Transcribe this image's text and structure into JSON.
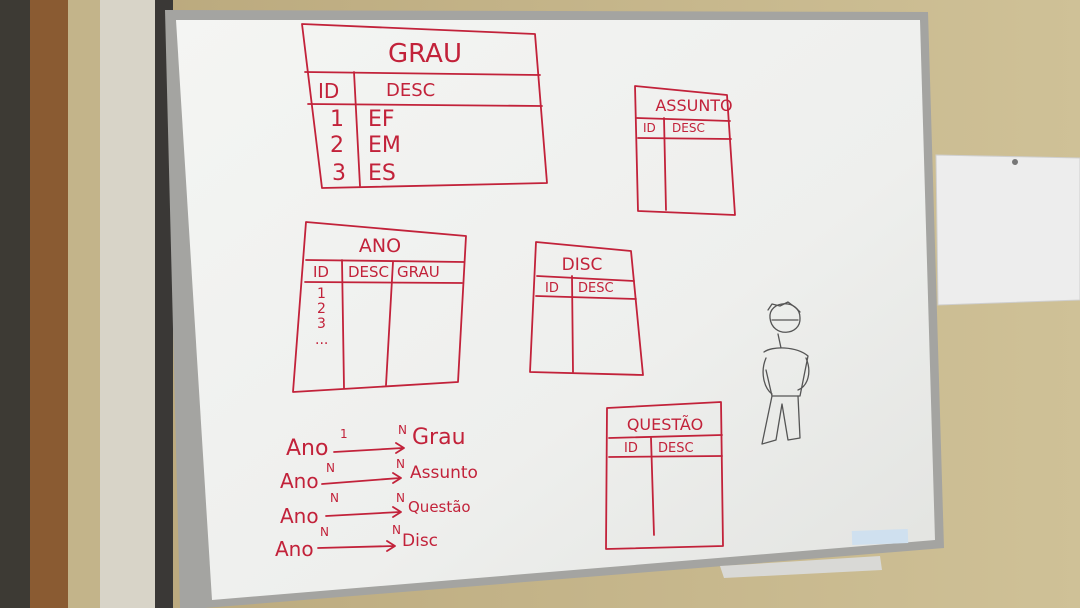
{
  "tables": {
    "grau": {
      "title": "GRAU",
      "col_id": "ID",
      "col_desc": "DESC",
      "rows": [
        {
          "id": "1",
          "desc": "EF"
        },
        {
          "id": "2",
          "desc": "EM"
        },
        {
          "id": "3",
          "desc": "ES"
        }
      ]
    },
    "assunto": {
      "title": "ASSUNTO",
      "col_id": "ID",
      "col_desc": "DESC"
    },
    "ano": {
      "title": "ANO",
      "col_id": "ID",
      "col_desc": "DESC",
      "col_grau": "GRAU",
      "ids": [
        "1",
        "2",
        "3",
        "..."
      ]
    },
    "disc": {
      "title": "DISC",
      "col_id": "ID",
      "col_desc": "DESC"
    },
    "questao": {
      "title": "QUESTÃO",
      "col_id": "ID",
      "col_desc": "DESC"
    }
  },
  "relations": [
    {
      "from": "Ano",
      "from_card": "1",
      "to_card": "N",
      "to": "Grau"
    },
    {
      "from": "Ano",
      "from_card": "N",
      "to_card": "N",
      "to": "Assunto"
    },
    {
      "from": "Ano",
      "from_card": "N",
      "to_card": "N",
      "to": "Questão"
    },
    {
      "from": "Ano",
      "from_card": "N",
      "to_card": "N",
      "to": "Disc"
    }
  ],
  "colors": {
    "marker": "#c2223a",
    "board": "#f2f3f1",
    "wall": "#c8b98e",
    "frame": "#9a9a97"
  }
}
